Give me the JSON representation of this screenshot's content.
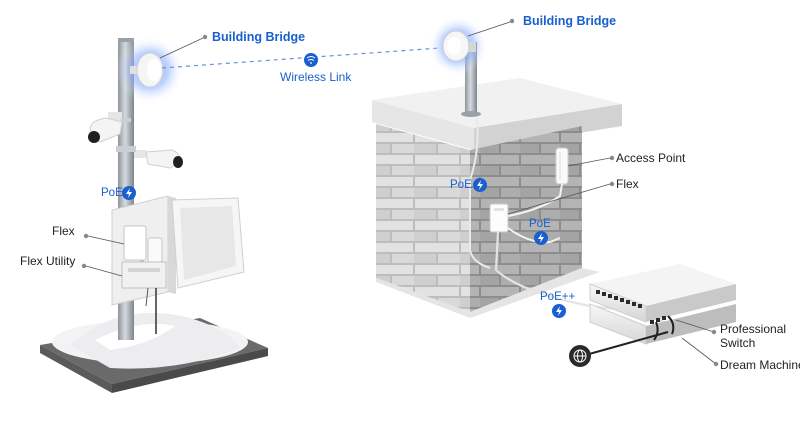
{
  "labels": {
    "building_bridge_left": "Building Bridge",
    "building_bridge_right": "Building Bridge",
    "wireless_link": "Wireless Link",
    "poe_pole": "PoE",
    "flex_left": "Flex",
    "flex_utility": "Flex Utility",
    "poe_wall": "PoE",
    "poe_flex": "PoE",
    "access_point": "Access Point",
    "flex_right": "Flex",
    "poe_plus": "PoE++",
    "professional_switch_line1": "Professional",
    "professional_switch_line2": "Switch",
    "dream_machine": "Dream Machine"
  },
  "colors": {
    "accent": "#1a5fd0",
    "glow": "#6f9cff",
    "label_text": "#222222",
    "brick_light": "#e4e4e4",
    "brick_dark": "#a9a9a9",
    "pole": "#b8bec4",
    "snow": "#f3f3f5"
  },
  "icons": [
    "bolt-icon",
    "wifi-link-icon",
    "globe-icon"
  ]
}
